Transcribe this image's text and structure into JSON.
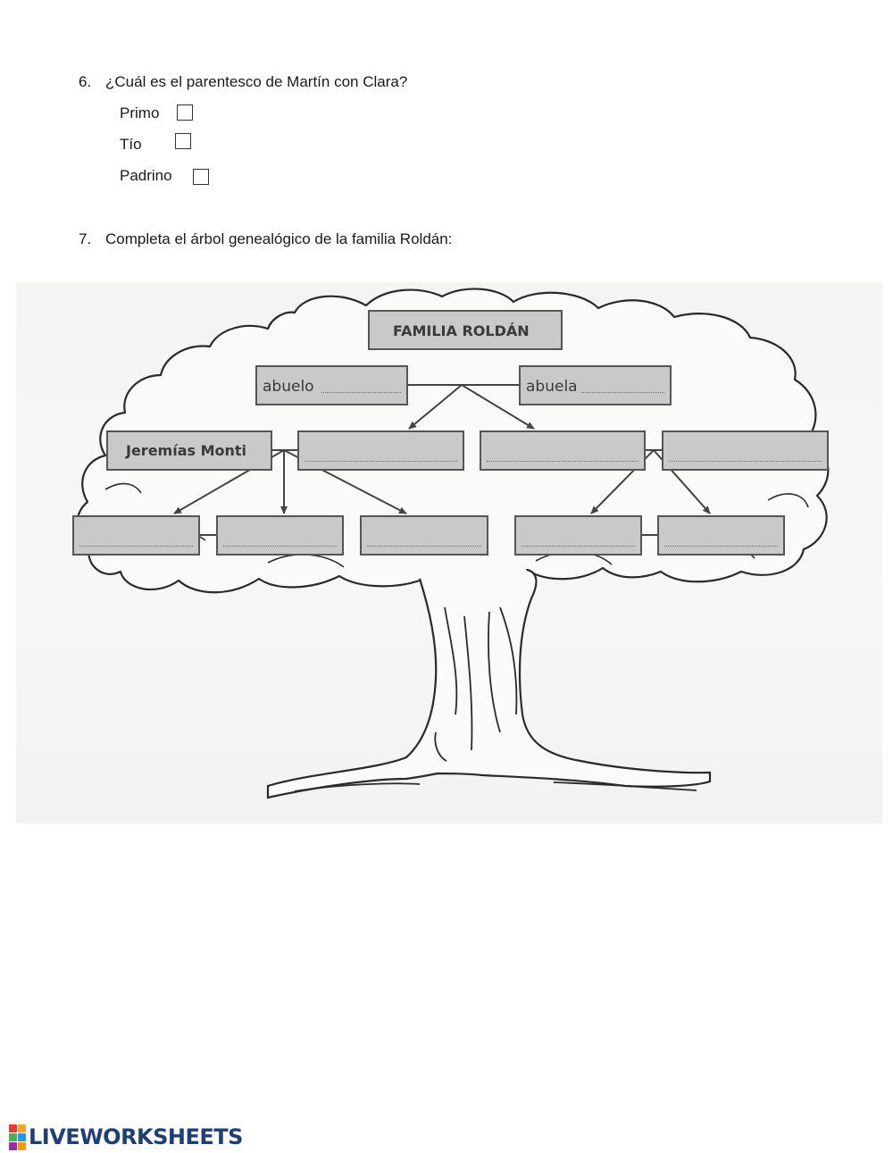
{
  "question6": {
    "number": "6.",
    "text": "¿Cuál es el parentesco de Martín con Clara?",
    "options": [
      "Primo",
      "Tío",
      "Padrino"
    ]
  },
  "question7": {
    "number": "7.",
    "text": "Completa el árbol genealógico de la familia Roldán:"
  },
  "family_tree": {
    "title": "FAMILIA ROLDÁN",
    "grandfather_label": "abuelo",
    "grandmother_label": "abuela",
    "parent_known": "Jeremías Monti"
  },
  "footer": {
    "brand": "LIVEWORKSHEETS"
  },
  "colors": {
    "box_fill": "#c9c9c9",
    "box_border": "#555555",
    "brand": "#1c3f7a"
  }
}
